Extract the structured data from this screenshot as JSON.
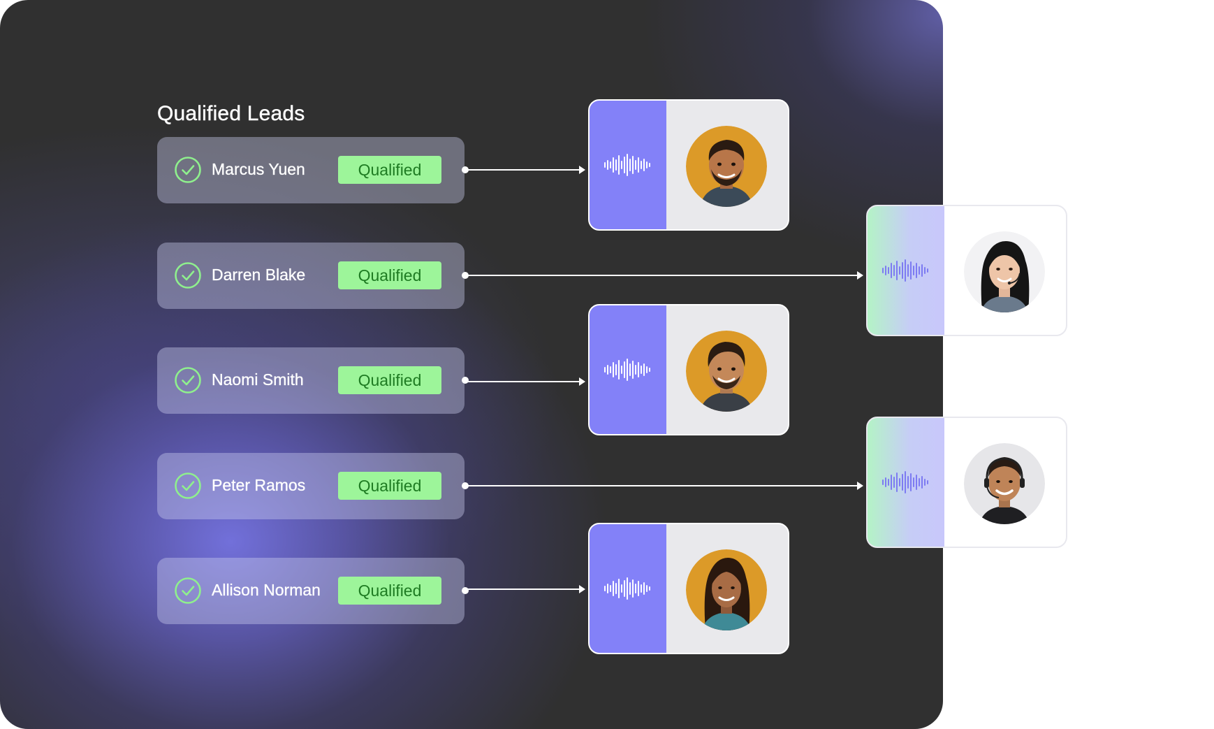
{
  "leads_panel": {
    "title": "Qualified Leads",
    "leads": [
      {
        "name": "Marcus Yuen",
        "status": "Qualified"
      },
      {
        "name": "Darren Blake",
        "status": "Qualified"
      },
      {
        "name": "Naomi Smith",
        "status": "Qualified"
      },
      {
        "name": "Peter Ramos",
        "status": "Qualified"
      },
      {
        "name": "Allison Norman",
        "status": "Qualified"
      }
    ]
  },
  "agents": [
    {
      "icons": [
        "waveform-icon",
        "avatar"
      ],
      "avatar_bg": "#dc9a28",
      "style": "illustrated"
    },
    {
      "icons": [
        "waveform-icon",
        "avatar"
      ],
      "avatar_bg": "#f2f2f4",
      "style": "photo-headset"
    },
    {
      "icons": [
        "waveform-icon",
        "avatar"
      ],
      "avatar_bg": "#dc9a28",
      "style": "illustrated"
    },
    {
      "icons": [
        "waveform-icon",
        "avatar"
      ],
      "avatar_bg": "#e6e6e9",
      "style": "photo-headset"
    },
    {
      "icons": [
        "waveform-icon",
        "avatar"
      ],
      "avatar_bg": "#dc9a28",
      "style": "illustrated"
    }
  ],
  "colors": {
    "badge_bg": "#9df59a",
    "badge_text": "#1e7b22",
    "check": "#8ff08d",
    "waveform_strip": "#8381f8",
    "waveform_strip_alt": "#c6cdf6"
  }
}
